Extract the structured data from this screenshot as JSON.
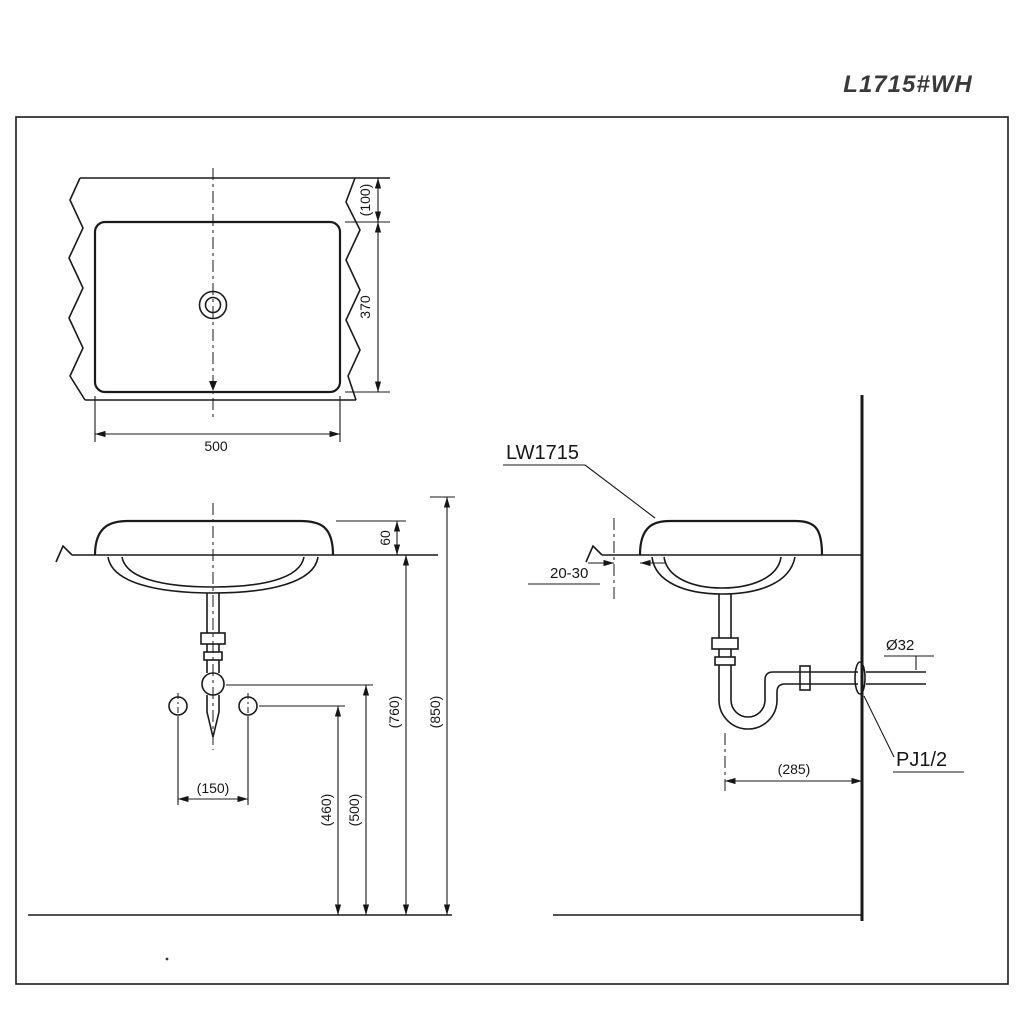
{
  "title": "L1715#WH",
  "plan_view": {
    "dim_back_offset": "(100)",
    "dim_depth": "370",
    "dim_width": "500"
  },
  "front_view": {
    "dim_rim_height": "60",
    "dim_hole_spacing": "(150)",
    "dim_height_460": "(460)",
    "dim_height_500": "(500)",
    "dim_height_760": "(760)",
    "dim_height_850": "(850)"
  },
  "side_view": {
    "model_label": "LW1715",
    "dim_wall_gap": "20-30",
    "dim_pipe_diameter": "Ø32",
    "joint_label": "PJ1/2",
    "dim_trap_to_wall": "(285)"
  }
}
